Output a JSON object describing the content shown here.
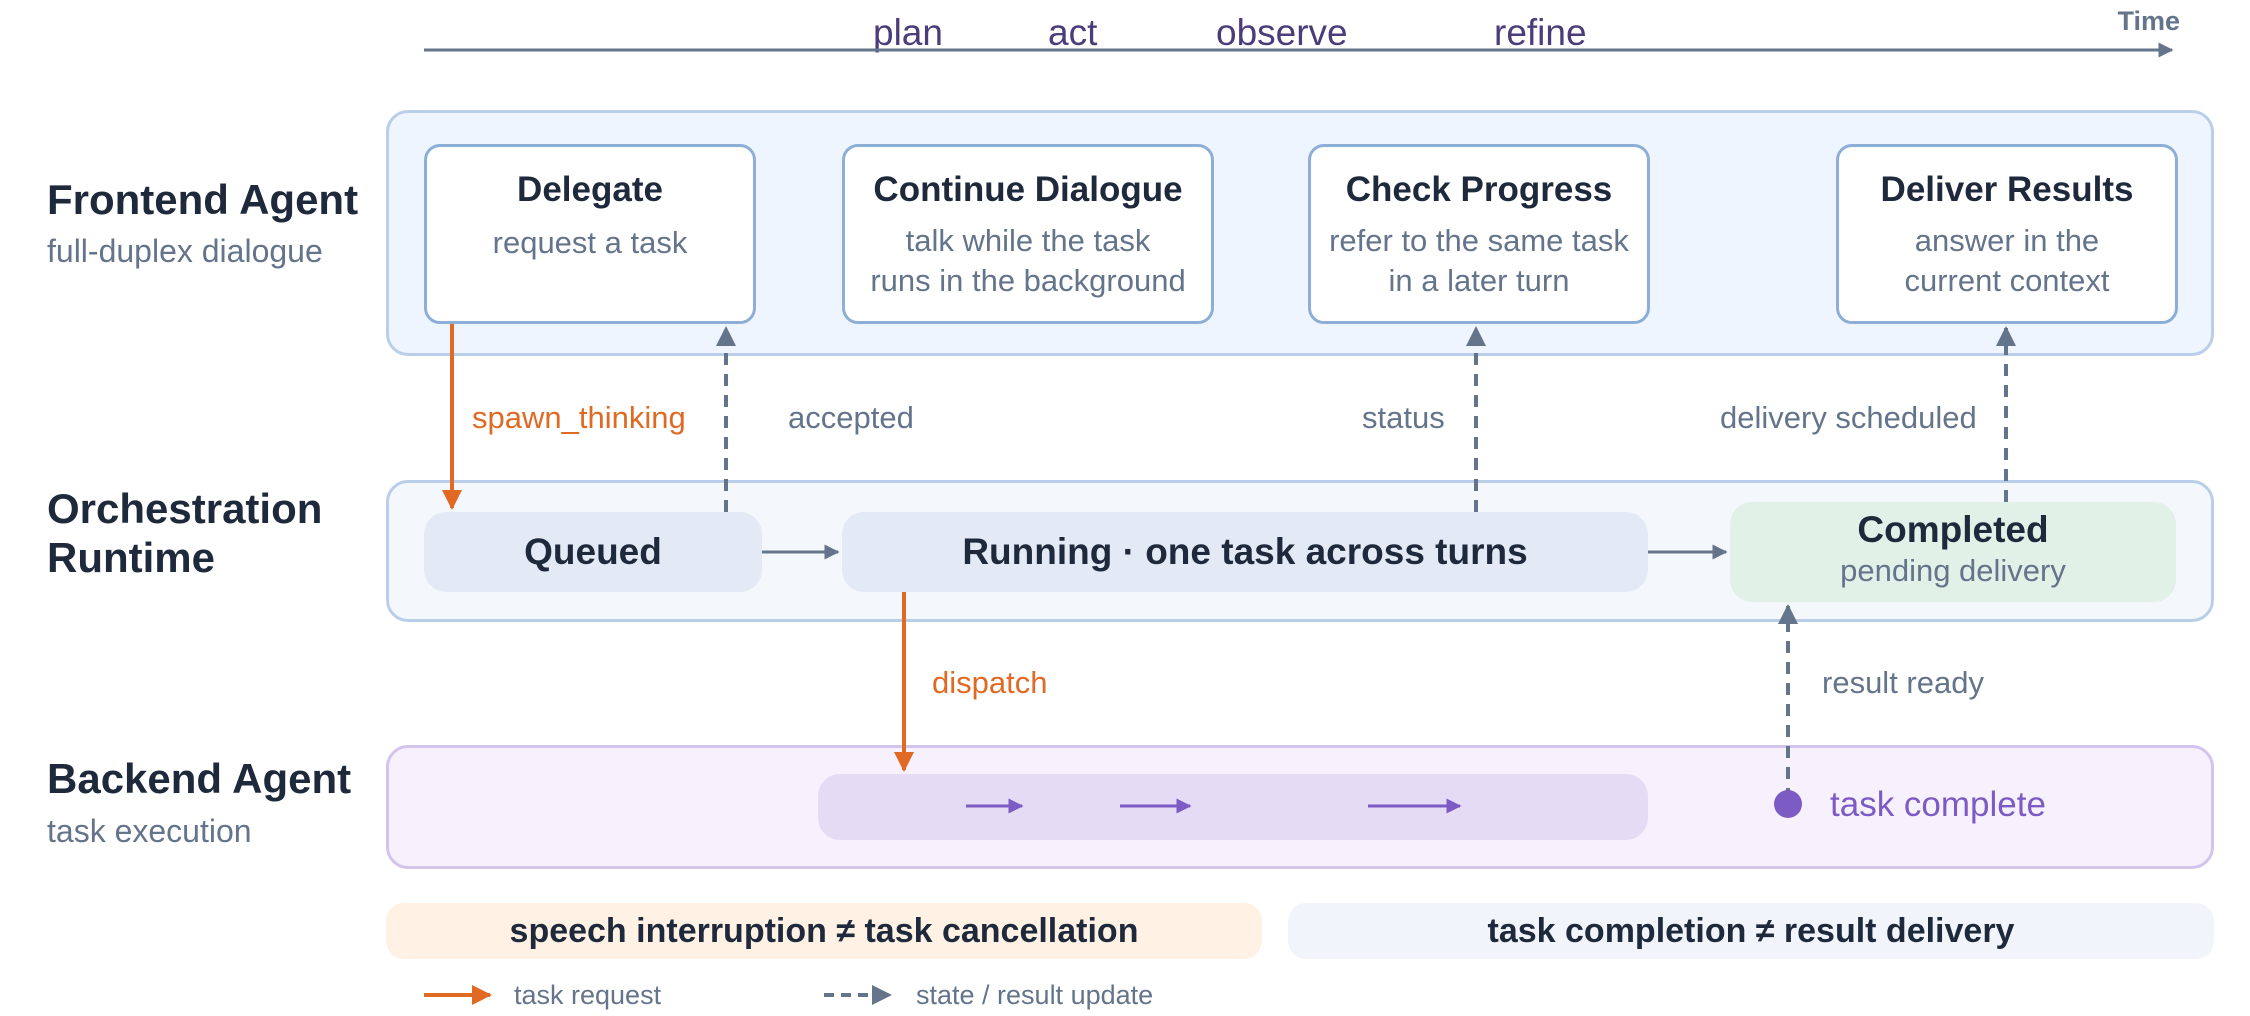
{
  "time_axis": {
    "label": "Time"
  },
  "lanes": {
    "frontend": {
      "title": "Frontend Agent",
      "subtitle": "full-duplex dialogue"
    },
    "orchestration": {
      "title_line1": "Orchestration",
      "title_line2": "Runtime"
    },
    "backend": {
      "title": "Backend Agent",
      "subtitle": "task execution"
    }
  },
  "frontend_cards": [
    {
      "title": "Delegate",
      "line1": "request a task",
      "line2": ""
    },
    {
      "title": "Continue Dialogue",
      "line1": "talk while the task",
      "line2": "runs in the background"
    },
    {
      "title": "Check Progress",
      "line1": "refer to the same task",
      "line2": "in a later turn"
    },
    {
      "title": "Deliver Results",
      "line1": "answer in the",
      "line2": "current context"
    }
  ],
  "states": {
    "queued": "Queued",
    "running": "Running · one task across turns",
    "completed_title": "Completed",
    "completed_sub": "pending delivery"
  },
  "backend_loop": [
    "plan",
    "act",
    "observe",
    "refine"
  ],
  "task_complete": "task complete",
  "edge_labels": {
    "spawn": "spawn_thinking",
    "accepted": "accepted",
    "status": "status",
    "delivery": "delivery scheduled",
    "dispatch": "dispatch",
    "result_ready": "result ready"
  },
  "notes": {
    "speech": "speech interruption ≠ task cancellation",
    "delivery": "task completion ≠ result delivery"
  },
  "legend": {
    "request": "task request",
    "update": "state / result update"
  },
  "colors": {
    "request_arrow": "#e06a24",
    "update_arrow": "#64748b",
    "loop_arrow": "#7c5cc4"
  }
}
